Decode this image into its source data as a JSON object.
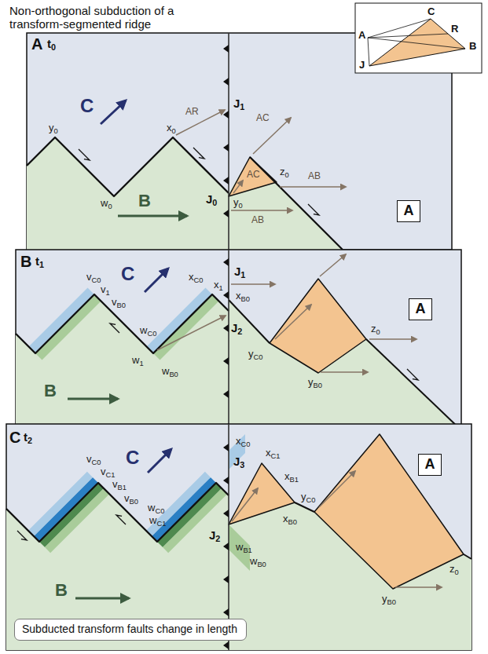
{
  "diagram": {
    "title": "Non-orthogonal subduction of a transform-segmented ridge",
    "nodes": [
      {
        "text": [
          "A"
        ]
      },
      {
        "text": [
          "A"
        ]
      },
      {
        "text": [
          "A"
        ]
      },
      {
        "text": [
          "Subducted transform faults change in length"
        ]
      }
    ],
    "labels": [
      "C",
      "R",
      "A",
      "B",
      "J",
      "A",
      "t0",
      "C",
      "B",
      "y0",
      "x0",
      "w0",
      "AR",
      "J1",
      "AC",
      "AC",
      "AB",
      "z0",
      "AB",
      "J0",
      "y0",
      "B",
      "t1",
      "C",
      "B",
      "vC0",
      "v1",
      "vB0",
      "xC0",
      "x1",
      "J1",
      "xB0",
      "wC0",
      "w1",
      "wB0",
      "J2",
      "yC0",
      "z0",
      "yB0",
      "C",
      "t2",
      "C",
      "B",
      "vC0",
      "vC1",
      "vB1",
      "vB0",
      "wC0",
      "wC1",
      "J3",
      "xC0",
      "xC1",
      "xB1",
      "yC0",
      "xB0",
      "J2",
      "wB1",
      "wB0",
      "z0",
      "yB0"
    ]
  }
}
